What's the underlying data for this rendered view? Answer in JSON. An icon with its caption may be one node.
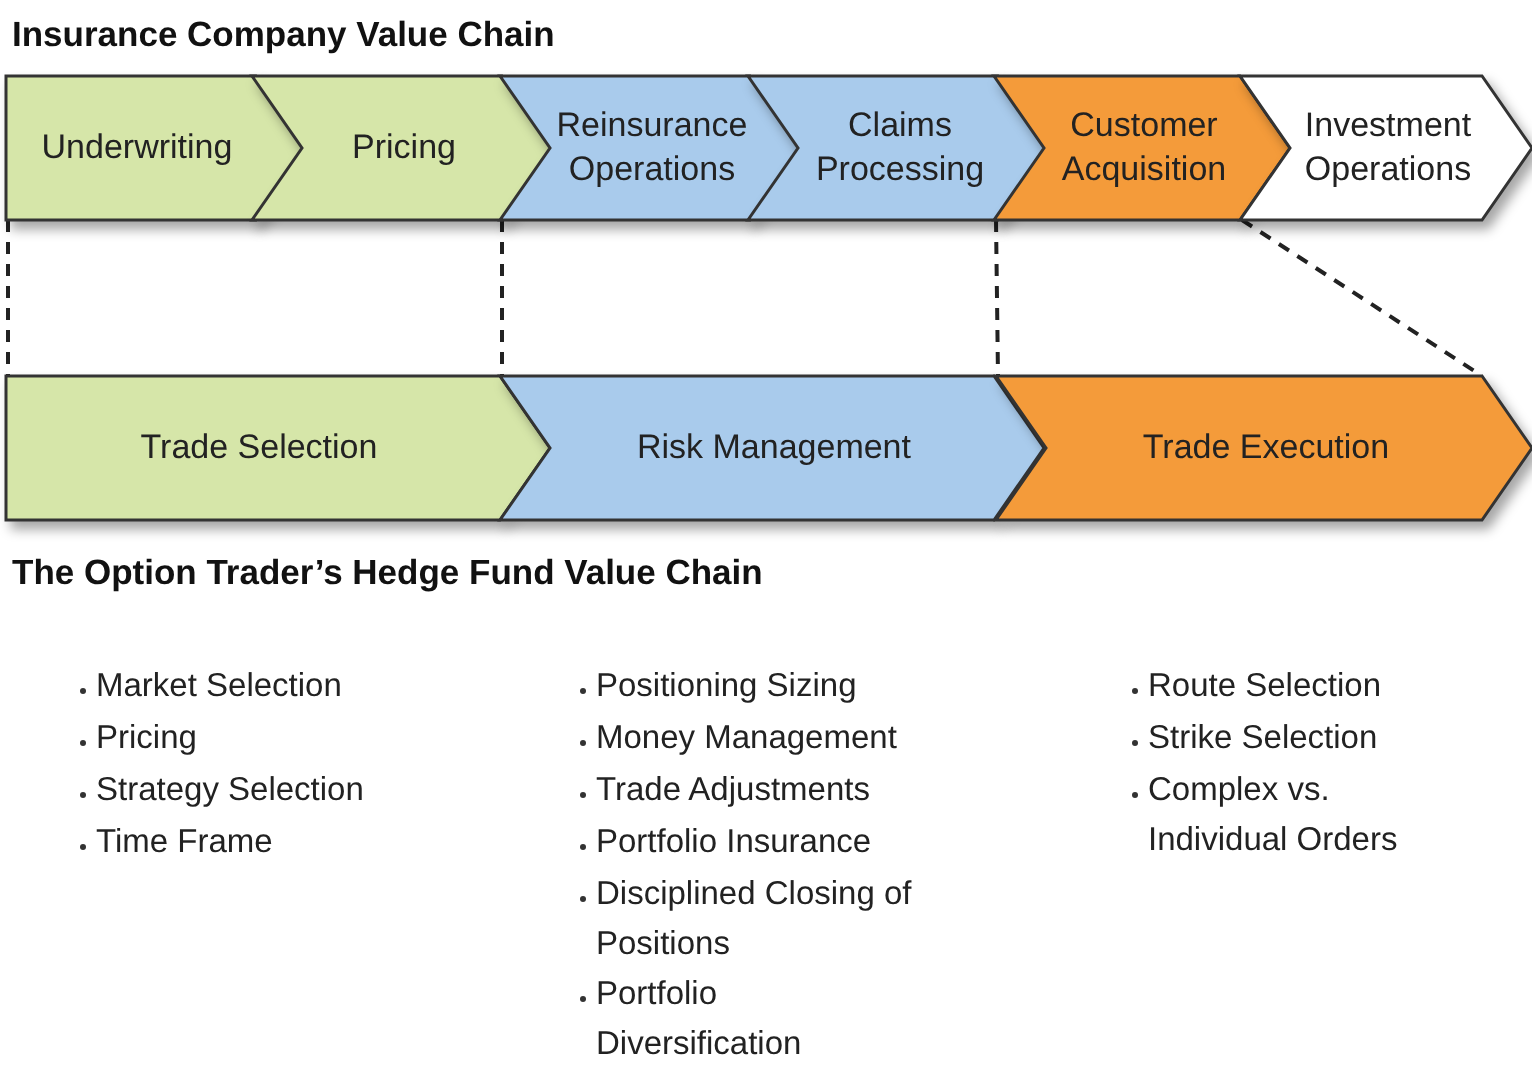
{
  "diagram": {
    "title": "Insurance Company Value Chain",
    "nodes": [
      {
        "text": [
          "Underwriting"
        ]
      },
      {
        "text": [
          "Pricing"
        ]
      },
      {
        "text": [
          "Reinsurance Operations"
        ]
      },
      {
        "text": [
          "Claims Processing"
        ]
      },
      {
        "text": [
          "Customer Acquisition"
        ]
      },
      {
        "text": [
          "Investment Operations"
        ]
      },
      {
        "text": [
          "Trade Selection"
        ]
      },
      {
        "text": [
          "Risk Management"
        ]
      },
      {
        "text": [
          "Trade Execution"
        ]
      }
    ],
    "edges": [
      {
        "from": 0,
        "to": 6,
        "arrow": "none",
        "style": "dashed"
      },
      {
        "from": 2,
        "to": 7,
        "arrow": "none",
        "style": "dashed"
      },
      {
        "from": 4,
        "to": 8,
        "arrow": "none",
        "style": "dashed"
      },
      {
        "from": 5,
        "to": 8,
        "arrow": "none",
        "style": "dashed"
      }
    ],
    "labels": [
      "The Option Trader’s Hedge Fund Value Chain",
      "Market Selection",
      "Pricing",
      "Strategy Selection",
      "Time Frame",
      "Positioning Sizing",
      "Money Management",
      "Trade Adjustments",
      "Portfolio Insurance",
      "Disciplined Closing of Positions",
      "Portfolio Diversification",
      "Route Selection",
      "Strike Selection",
      "Complex vs. Individual Orders"
    ]
  }
}
